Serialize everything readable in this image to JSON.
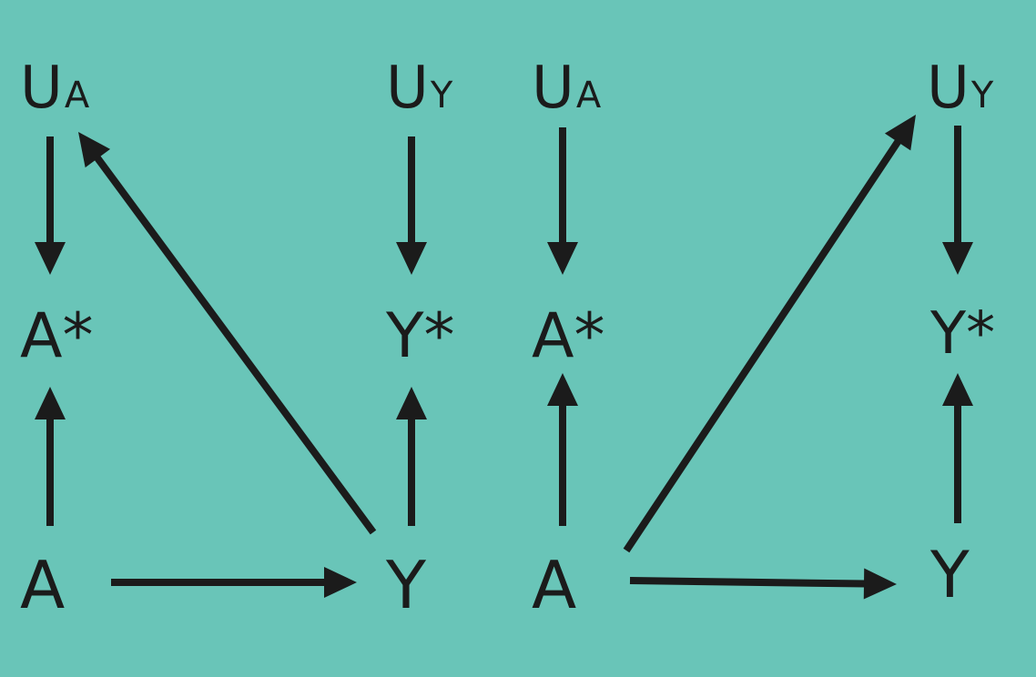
{
  "background_color": "#69c5b8",
  "ink_color": "#1b1b1b",
  "diagrams": [
    {
      "nodes": {
        "ua": {
          "main": "U",
          "sub": "A"
        },
        "uy": {
          "main": "U",
          "sub": "Y"
        },
        "astar": {
          "main": "A*"
        },
        "ystar": {
          "main": "Y*"
        },
        "a": {
          "main": "A"
        },
        "y": {
          "main": "Y"
        }
      },
      "edges": [
        {
          "from": "ua",
          "to": "astar"
        },
        {
          "from": "a",
          "to": "astar"
        },
        {
          "from": "a",
          "to": "y"
        },
        {
          "from": "y",
          "to": "ua"
        },
        {
          "from": "uy",
          "to": "ystar"
        },
        {
          "from": "y",
          "to": "ystar"
        }
      ]
    },
    {
      "nodes": {
        "ua": {
          "main": "U",
          "sub": "A"
        },
        "uy": {
          "main": "U",
          "sub": "Y"
        },
        "astar": {
          "main": "A*"
        },
        "ystar": {
          "main": "Y*"
        },
        "a": {
          "main": "A"
        },
        "y": {
          "main": "Y"
        }
      },
      "edges": [
        {
          "from": "ua",
          "to": "astar"
        },
        {
          "from": "a",
          "to": "astar"
        },
        {
          "from": "a",
          "to": "y"
        },
        {
          "from": "a",
          "to": "uy"
        },
        {
          "from": "uy",
          "to": "ystar"
        },
        {
          "from": "y",
          "to": "ystar"
        }
      ]
    }
  ]
}
